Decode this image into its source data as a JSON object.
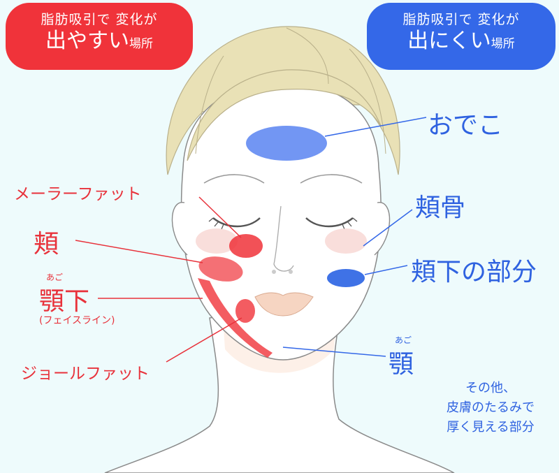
{
  "easy": {
    "line1": "脂肪吸引で 変化が",
    "line2_main": "出やすい",
    "line2_small": "場所",
    "color": "#f0333a",
    "labels": {
      "malar_fat": "メーラーファット",
      "cheek": "頬",
      "under_jaw_ruby": "あご",
      "under_jaw": "顎下",
      "face_line": "(フェイスライン)",
      "jowl_fat": "ジョールファット"
    }
  },
  "hard": {
    "line1": "脂肪吸引で 変化が",
    "line2_main": "出にくい",
    "line2_small": "場所",
    "color": "#3468e8",
    "labels": {
      "forehead": "おでこ",
      "cheekbone": "頬骨",
      "below_cheekbone": "頬下の部分",
      "jaw_ruby": "あご",
      "jaw": "顎"
    }
  },
  "note": {
    "line1": "その他、",
    "line2": "皮膚のたるみで",
    "line3": "厚く見える部分"
  }
}
